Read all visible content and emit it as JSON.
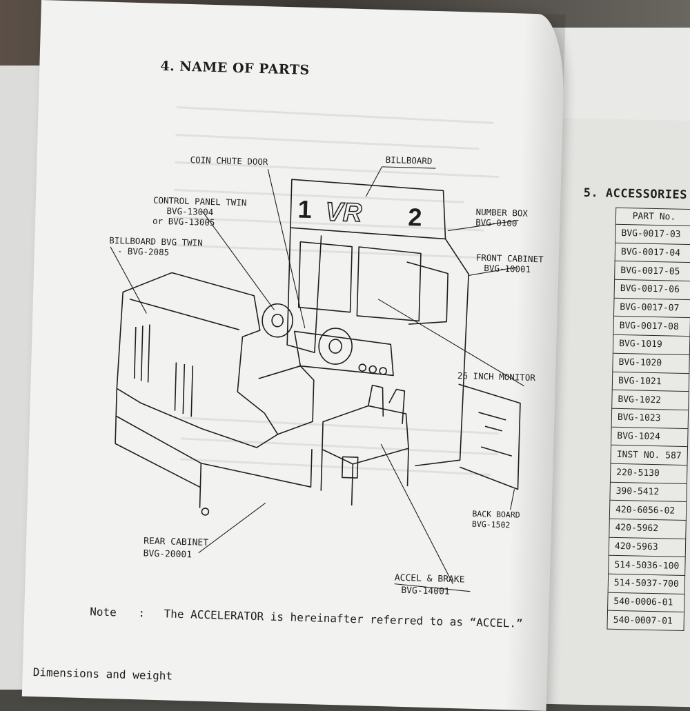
{
  "left_page": {
    "section_title": "4. NAME OF PARTS",
    "labels": {
      "billboard": "BILLBOARD",
      "coin_chute_door": "COIN CHUTE DOOR",
      "control_panel_line1": "CONTROL PANEL TWIN",
      "control_panel_line2": "BVG-13004",
      "control_panel_line3": "or BVG-13005",
      "billboard_bvg_line1": "BILLBOARD BVG TWIN",
      "billboard_bvg_line2": "- BVG-2085",
      "number_box_line1": "NUMBER BOX",
      "number_box_line2": "BVG-0100",
      "front_cabinet_line1": "FRONT CABINET",
      "front_cabinet_line2": "BVG-10001",
      "monitor": "26 INCH MONITOR",
      "back_board_line1": "BACK BOARD",
      "back_board_line2": "BVG-1502",
      "rear_cabinet_line1": "REAR CABINET",
      "rear_cabinet_line2": "BVG-20001",
      "accel_brake_line1": "ACCEL & BRAKE",
      "accel_brake_line2": "BVG-14001"
    },
    "marquee": {
      "left_number": "1",
      "logo": "VR",
      "right_number": "2"
    },
    "note_label": "Note",
    "note_colon": ":",
    "note_text": "The ACCELERATOR is hereinafter referred to as “ACCEL.”",
    "dimensions_text": "Dimensions and weight"
  },
  "right_page": {
    "section_title": "5. ACCESSORIES",
    "table_header": "PART No.",
    "part_numbers": [
      "BVG-0017-03",
      "BVG-0017-04",
      "BVG-0017-05",
      "BVG-0017-06",
      "BVG-0017-07",
      "BVG-0017-08",
      "BVG-1019",
      "BVG-1020",
      "BVG-1021",
      "BVG-1022",
      "BVG-1023",
      "BVG-1024",
      "INST NO. 587",
      "220-5130",
      "390-5412",
      "420-6056-02",
      "420-5962",
      "420-5963",
      "514-5036-100",
      "514-5037-700",
      "540-0006-01",
      "540-0007-01"
    ]
  }
}
